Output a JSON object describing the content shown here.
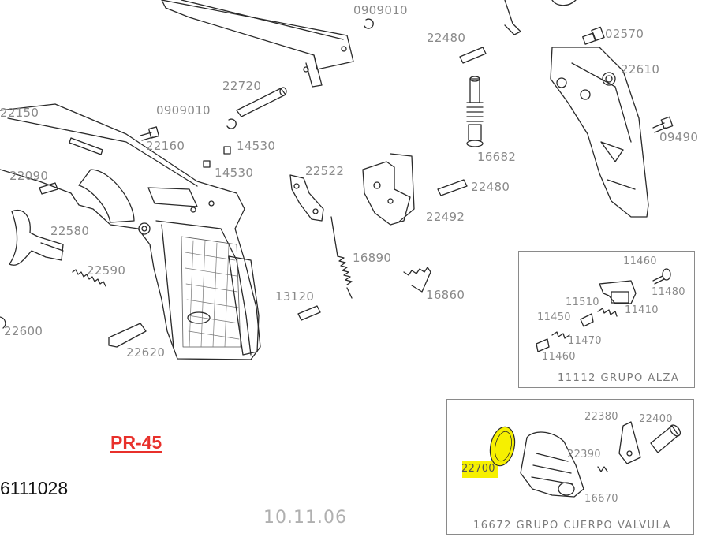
{
  "labels": {
    "p0909010_top": "0909010",
    "p22480_top": "22480",
    "p02570": "02570",
    "p22610": "22610",
    "p22150": "22150",
    "p22720": "22720",
    "p0909010_mid": "0909010",
    "p22160": "22160",
    "p14530_a": "14530",
    "p14530_b": "14530",
    "p22522": "22522",
    "p16682": "16682",
    "p22480_mid": "22480",
    "p22492": "22492",
    "p09490": "09490",
    "p22090": "22090",
    "p22580": "22580",
    "p22590": "22590",
    "p16890": "16890",
    "p13120": "13120",
    "p16860": "16860",
    "p22600": "22600",
    "p22620": "22620"
  },
  "inset_sight": {
    "labels": {
      "p11460a": "11460",
      "p11480": "11480",
      "p11510": "11510",
      "p11450": "11450",
      "p11410": "11410",
      "p11470": "11470",
      "p11460b": "11460"
    },
    "caption": "11112 GRUPO ALZA"
  },
  "inset_valve": {
    "labels": {
      "p22380": "22380",
      "p22400": "22400",
      "p22390": "22390",
      "p22700": "22700",
      "p16670": "16670"
    },
    "caption": "16672 GRUPO CUERPO VALVULA",
    "highlight_color": "#f6f000"
  },
  "model": "PR-45",
  "part_code": "6111028",
  "date": "10.11.06"
}
